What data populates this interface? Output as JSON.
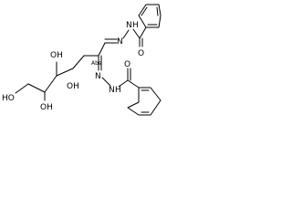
{
  "labels": {
    "oh_top": "OH",
    "oh_right": "OH",
    "oh_left": "HO",
    "oh_bottom": "OH",
    "n1": "N",
    "n2": "N",
    "n3": "N",
    "n4": "N",
    "h1": "H",
    "h2": "H",
    "o1": "O",
    "o2": "O",
    "stereo": "Abs"
  }
}
